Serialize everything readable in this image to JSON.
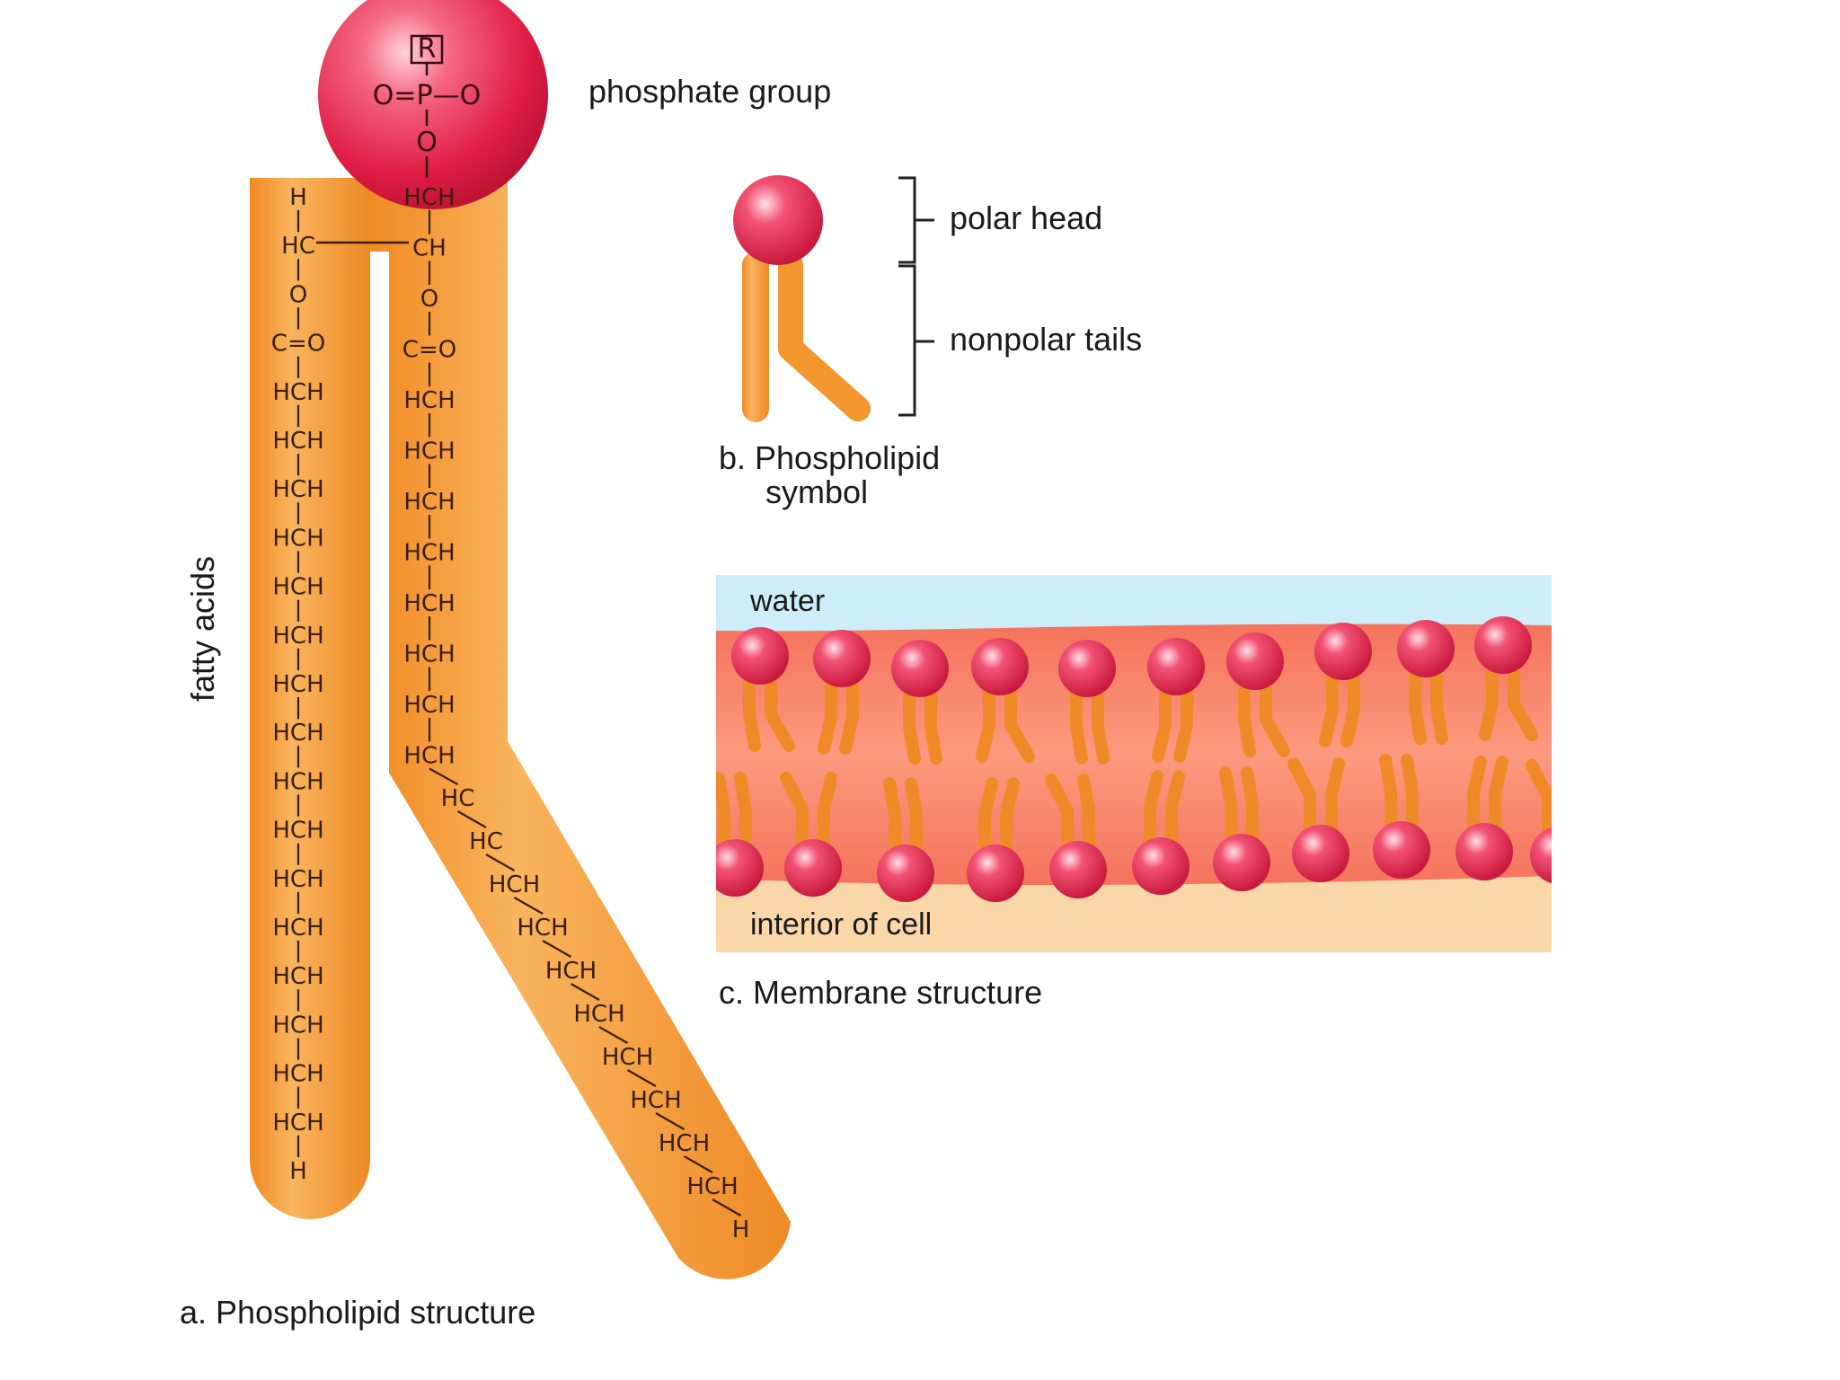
{
  "part_a": {
    "head_formula": {
      "r": "R",
      "middle": "O=P—O",
      "bottom": "O"
    },
    "left_chain": [
      "H",
      "HC",
      "O",
      "C=O",
      "HCH",
      "HCH",
      "HCH",
      "HCH",
      "HCH",
      "HCH",
      "HCH",
      "HCH",
      "HCH",
      "HCH",
      "HCH",
      "HCH",
      "HCH",
      "HCH",
      "HCH",
      "HCH",
      "H"
    ],
    "right_chain": [
      "HCH",
      "CH",
      "O",
      "C=O",
      "HCH",
      "HCH",
      "HCH",
      "HCH",
      "HCH",
      "HCH",
      "HCH",
      "HCH",
      "HC",
      "HC",
      "HCH",
      "HCH",
      "HCH",
      "HCH",
      "HCH",
      "HCH",
      "HCH",
      "HCH",
      "H"
    ],
    "phosphate_label": "phosphate group",
    "fatty_acids_label": "fatty acids",
    "caption": "a. Phospholipid structure"
  },
  "part_b": {
    "polar_head_label": "polar head",
    "nonpolar_tails_label": "nonpolar tails",
    "caption_line1": "b. Phospholipid",
    "caption_line2": "symbol"
  },
  "part_c": {
    "water_label": "water",
    "interior_label": "interior of cell",
    "caption": "c. Membrane structure"
  },
  "colors": {
    "head_red": "#e8234a",
    "tail_orange": "#f5a03a",
    "water_blue": "#cdeef8",
    "membrane_pink": "#f57a62",
    "interior_tan": "#f9d7a8"
  }
}
